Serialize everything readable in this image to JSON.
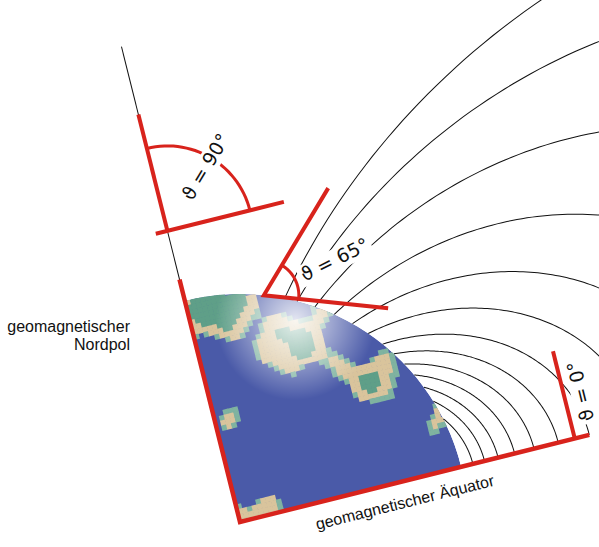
{
  "diagram": {
    "labels": [
      "geomagnetischer Nordpol",
      "geomagnetischer Äquator",
      "ϑ = 90°",
      "ϑ = 65°",
      "ϑ = 0°"
    ]
  }
}
